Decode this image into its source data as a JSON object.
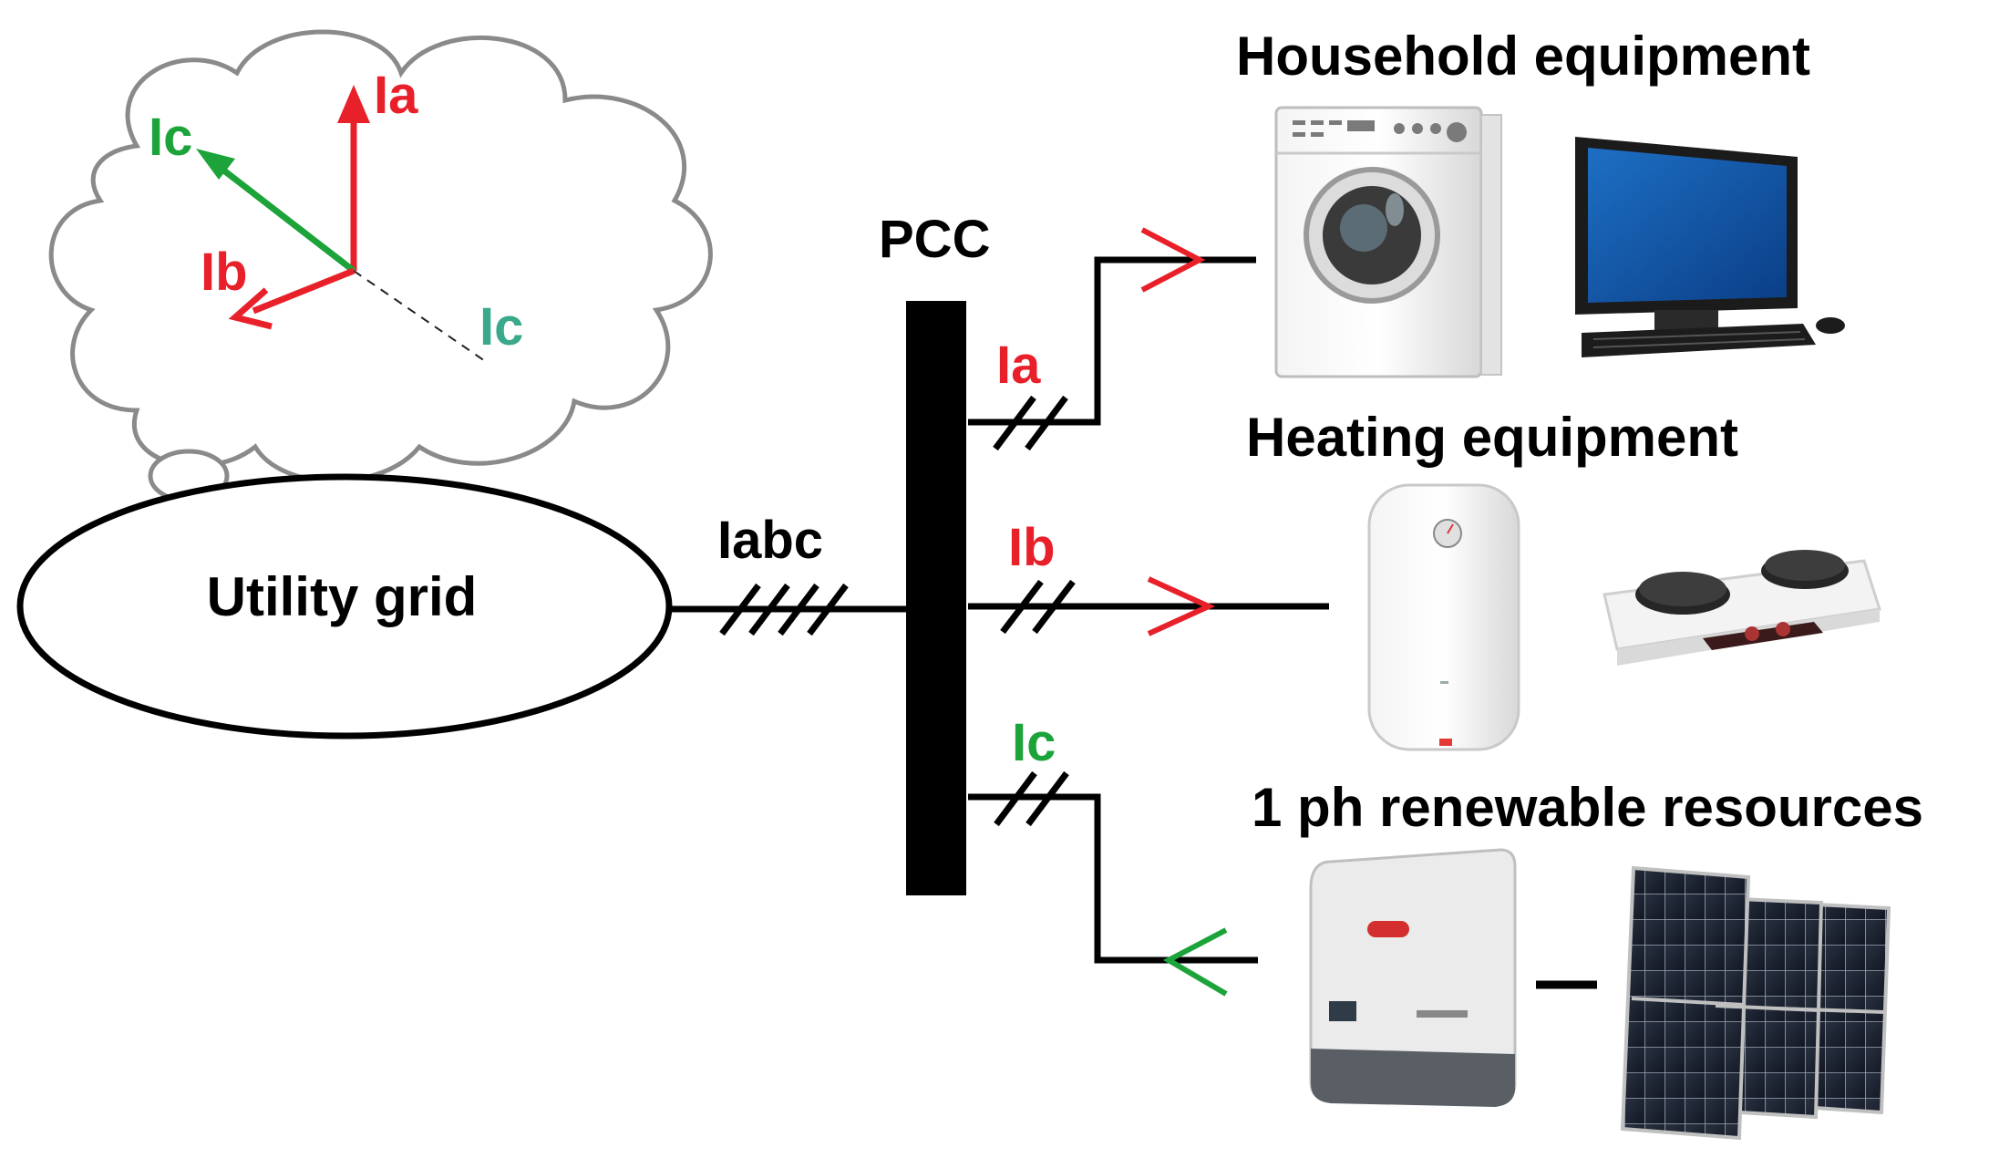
{
  "colors": {
    "line": "#000000",
    "phase_a": "#e8202a",
    "phase_b": "#e8202a",
    "phase_c": "#1ca33a",
    "phase_c_faded": "#3aa88a",
    "cloud": "#8a8a8a"
  },
  "grid": {
    "label": "Utility grid"
  },
  "bus": {
    "label": "PCC",
    "feeder_label": "Iabc"
  },
  "phasor": {
    "a": "Ia",
    "b": "Ib",
    "c": "Ic",
    "c_ref": "Ic"
  },
  "branches": [
    {
      "label": "Ia",
      "flow": "to-load"
    },
    {
      "label": "Ib",
      "flow": "to-load"
    },
    {
      "label": "Ic",
      "flow": "from-source"
    }
  ],
  "groups": [
    {
      "title": "Household equipment",
      "devices": [
        "washing-machine",
        "desktop-computer"
      ]
    },
    {
      "title": "Heating equipment",
      "devices": [
        "water-heater",
        "hot-plate"
      ]
    },
    {
      "title": "1 ph renewable resources",
      "devices": [
        "pv-inverter",
        "solar-panels"
      ]
    }
  ]
}
